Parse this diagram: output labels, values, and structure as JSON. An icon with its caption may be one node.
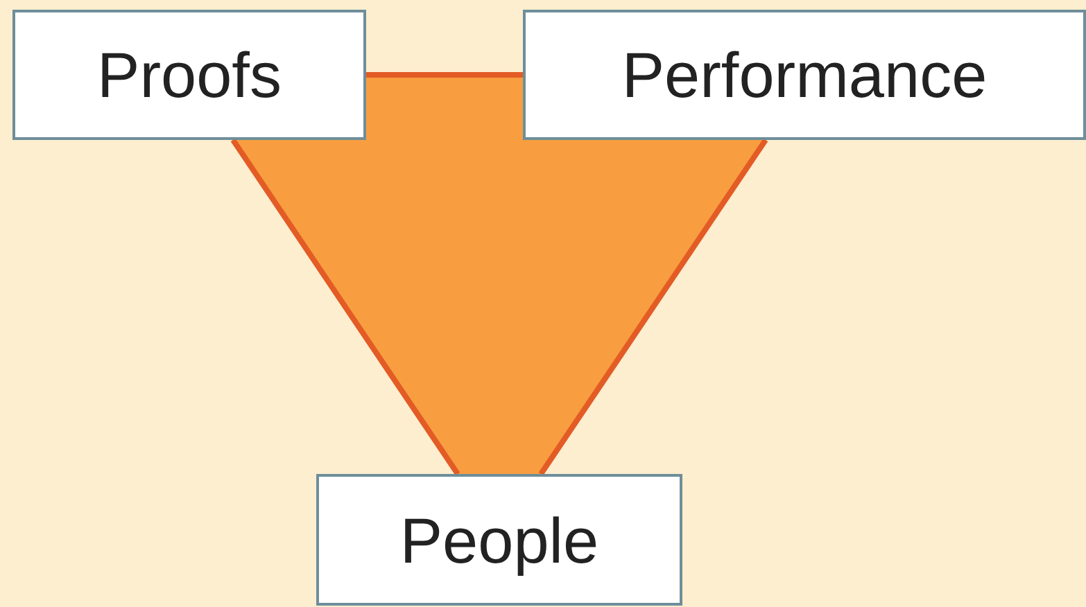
{
  "diagram": {
    "nodes": [
      {
        "text": [
          "Proofs"
        ]
      },
      {
        "text": [
          "Performance"
        ]
      },
      {
        "text": [
          "People"
        ]
      }
    ],
    "edges": [
      {
        "from": 0,
        "to": 1,
        "arrow": "none"
      },
      {
        "from": 1,
        "to": 2,
        "arrow": "none"
      },
      {
        "from": 2,
        "to": 0,
        "arrow": "none"
      }
    ]
  }
}
